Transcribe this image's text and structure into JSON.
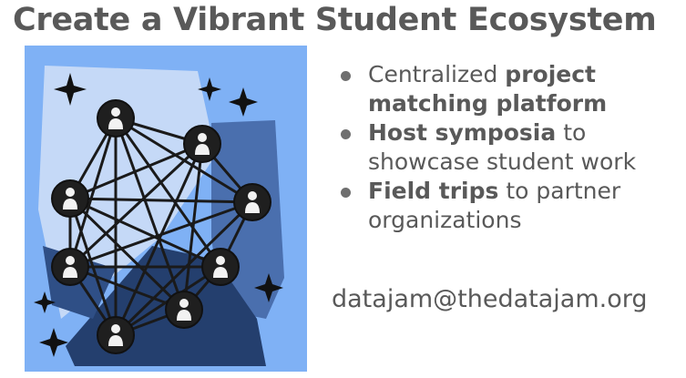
{
  "slide": {
    "title": "Create a Vibrant Student Ecosystem",
    "bullets": [
      {
        "parts": [
          {
            "text": "Centralized ",
            "bold": false
          },
          {
            "text": "project matching platform",
            "bold": true
          }
        ]
      },
      {
        "parts": [
          {
            "text": "Host symposia",
            "bold": true
          },
          {
            "text": " to showcase student work",
            "bold": false
          }
        ]
      },
      {
        "parts": [
          {
            "text": "Field trips",
            "bold": true
          },
          {
            "text": " to partner organizations",
            "bold": false
          }
        ]
      }
    ],
    "email": "datajam@thedatajam.org"
  },
  "colors": {
    "background": "#ffffff",
    "text": "#595959",
    "art_sky": "#7fb1f5",
    "art_light": "#c5d9f7",
    "art_mid": "#4a6fae",
    "art_dark": "#243f6e",
    "node": "#1f1f1f"
  }
}
